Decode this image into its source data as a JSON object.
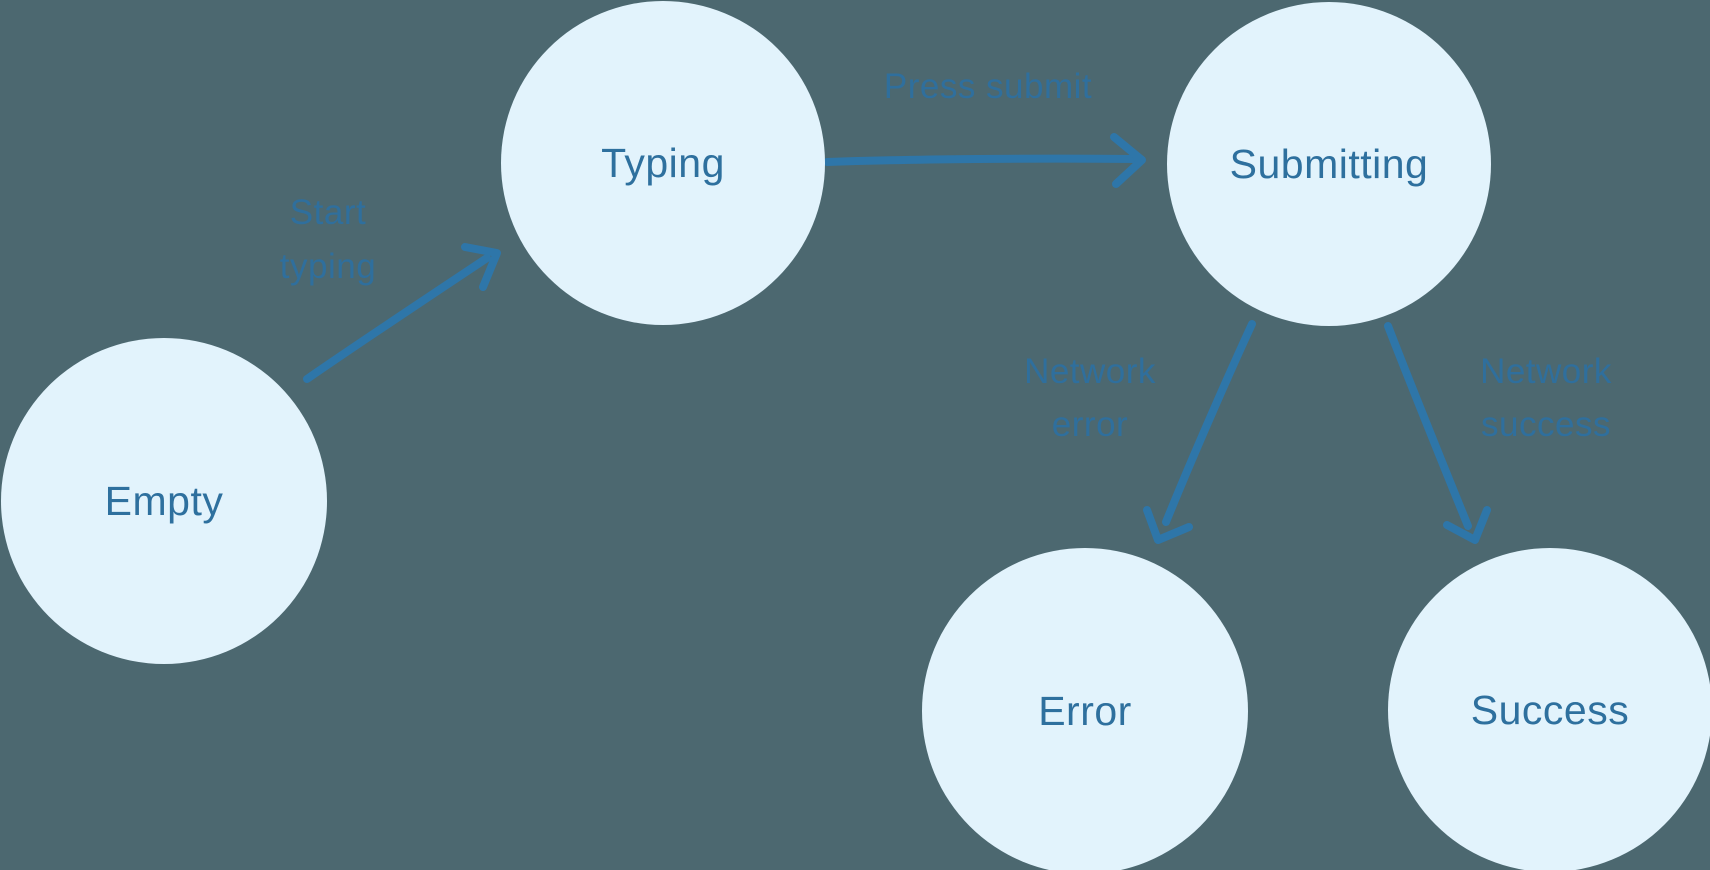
{
  "diagram": {
    "type": "state-machine",
    "colors": {
      "background": "#4C6870",
      "node_fill": "#E2F3FC",
      "node_text": "#2E709E",
      "edge": "#2E76A9",
      "edge_label": "#2F6F9D"
    },
    "nodes": [
      {
        "id": "empty",
        "label": "Empty"
      },
      {
        "id": "typing",
        "label": "Typing"
      },
      {
        "id": "submitting",
        "label": "Submitting"
      },
      {
        "id": "error",
        "label": "Error"
      },
      {
        "id": "success",
        "label": "Success"
      }
    ],
    "edges": [
      {
        "from": "empty",
        "to": "typing",
        "label_line1": "Start",
        "label_line2": "typing"
      },
      {
        "from": "typing",
        "to": "submitting",
        "label_line1": "Press submit",
        "label_line2": ""
      },
      {
        "from": "submitting",
        "to": "error",
        "label_line1": "Network",
        "label_line2": "error"
      },
      {
        "from": "submitting",
        "to": "success",
        "label_line1": "Network",
        "label_line2": "success"
      }
    ]
  }
}
